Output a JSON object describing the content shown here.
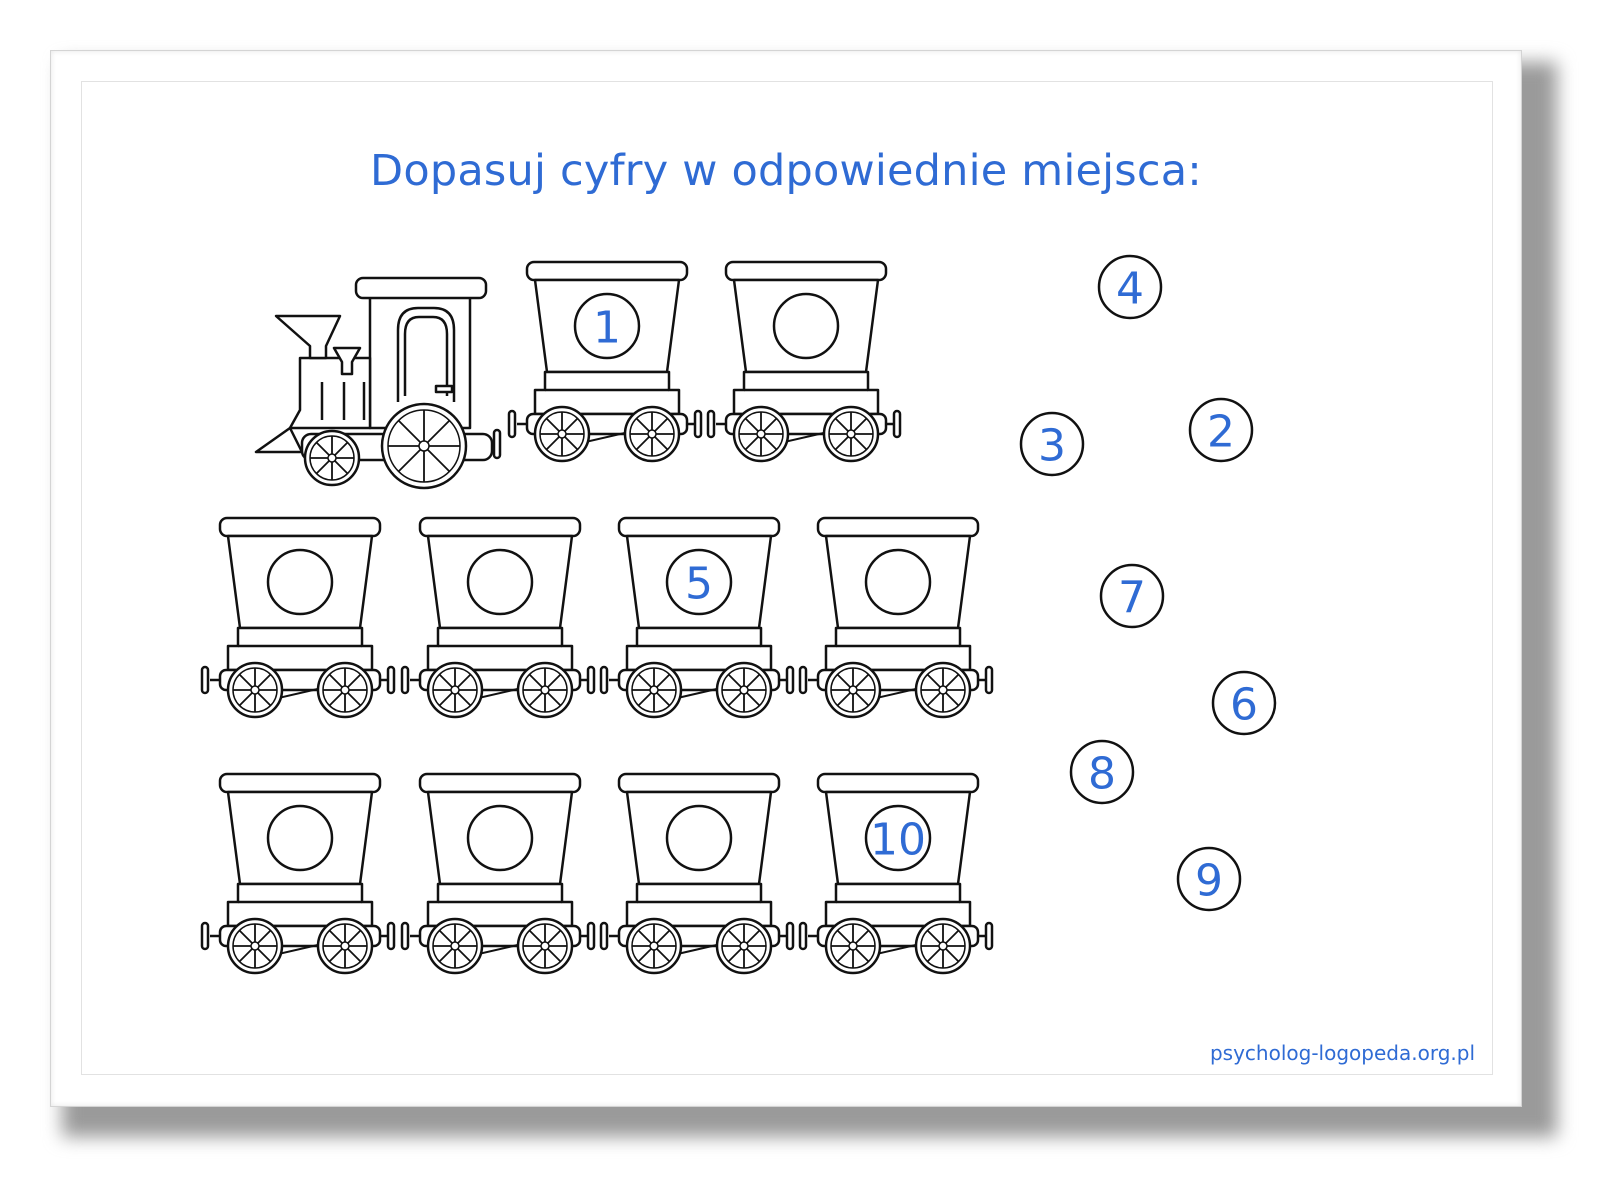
{
  "title": "Dopasuj cyfry w odpowiednie miejsca:",
  "credit": "psycholog-logopeda.org.pl",
  "colors": {
    "accent": "#2f6bd4",
    "outline": "#111111"
  },
  "train": {
    "row1": [
      {
        "icon": "locomotive-icon"
      },
      {
        "label": "1"
      },
      {
        "label": ""
      }
    ],
    "row2": [
      {
        "label": ""
      },
      {
        "label": ""
      },
      {
        "label": "5"
      },
      {
        "label": ""
      }
    ],
    "row3": [
      {
        "label": ""
      },
      {
        "label": ""
      },
      {
        "label": ""
      },
      {
        "label": "10"
      }
    ]
  },
  "number_bubbles": [
    "4",
    "3",
    "2",
    "7",
    "6",
    "8",
    "9"
  ]
}
